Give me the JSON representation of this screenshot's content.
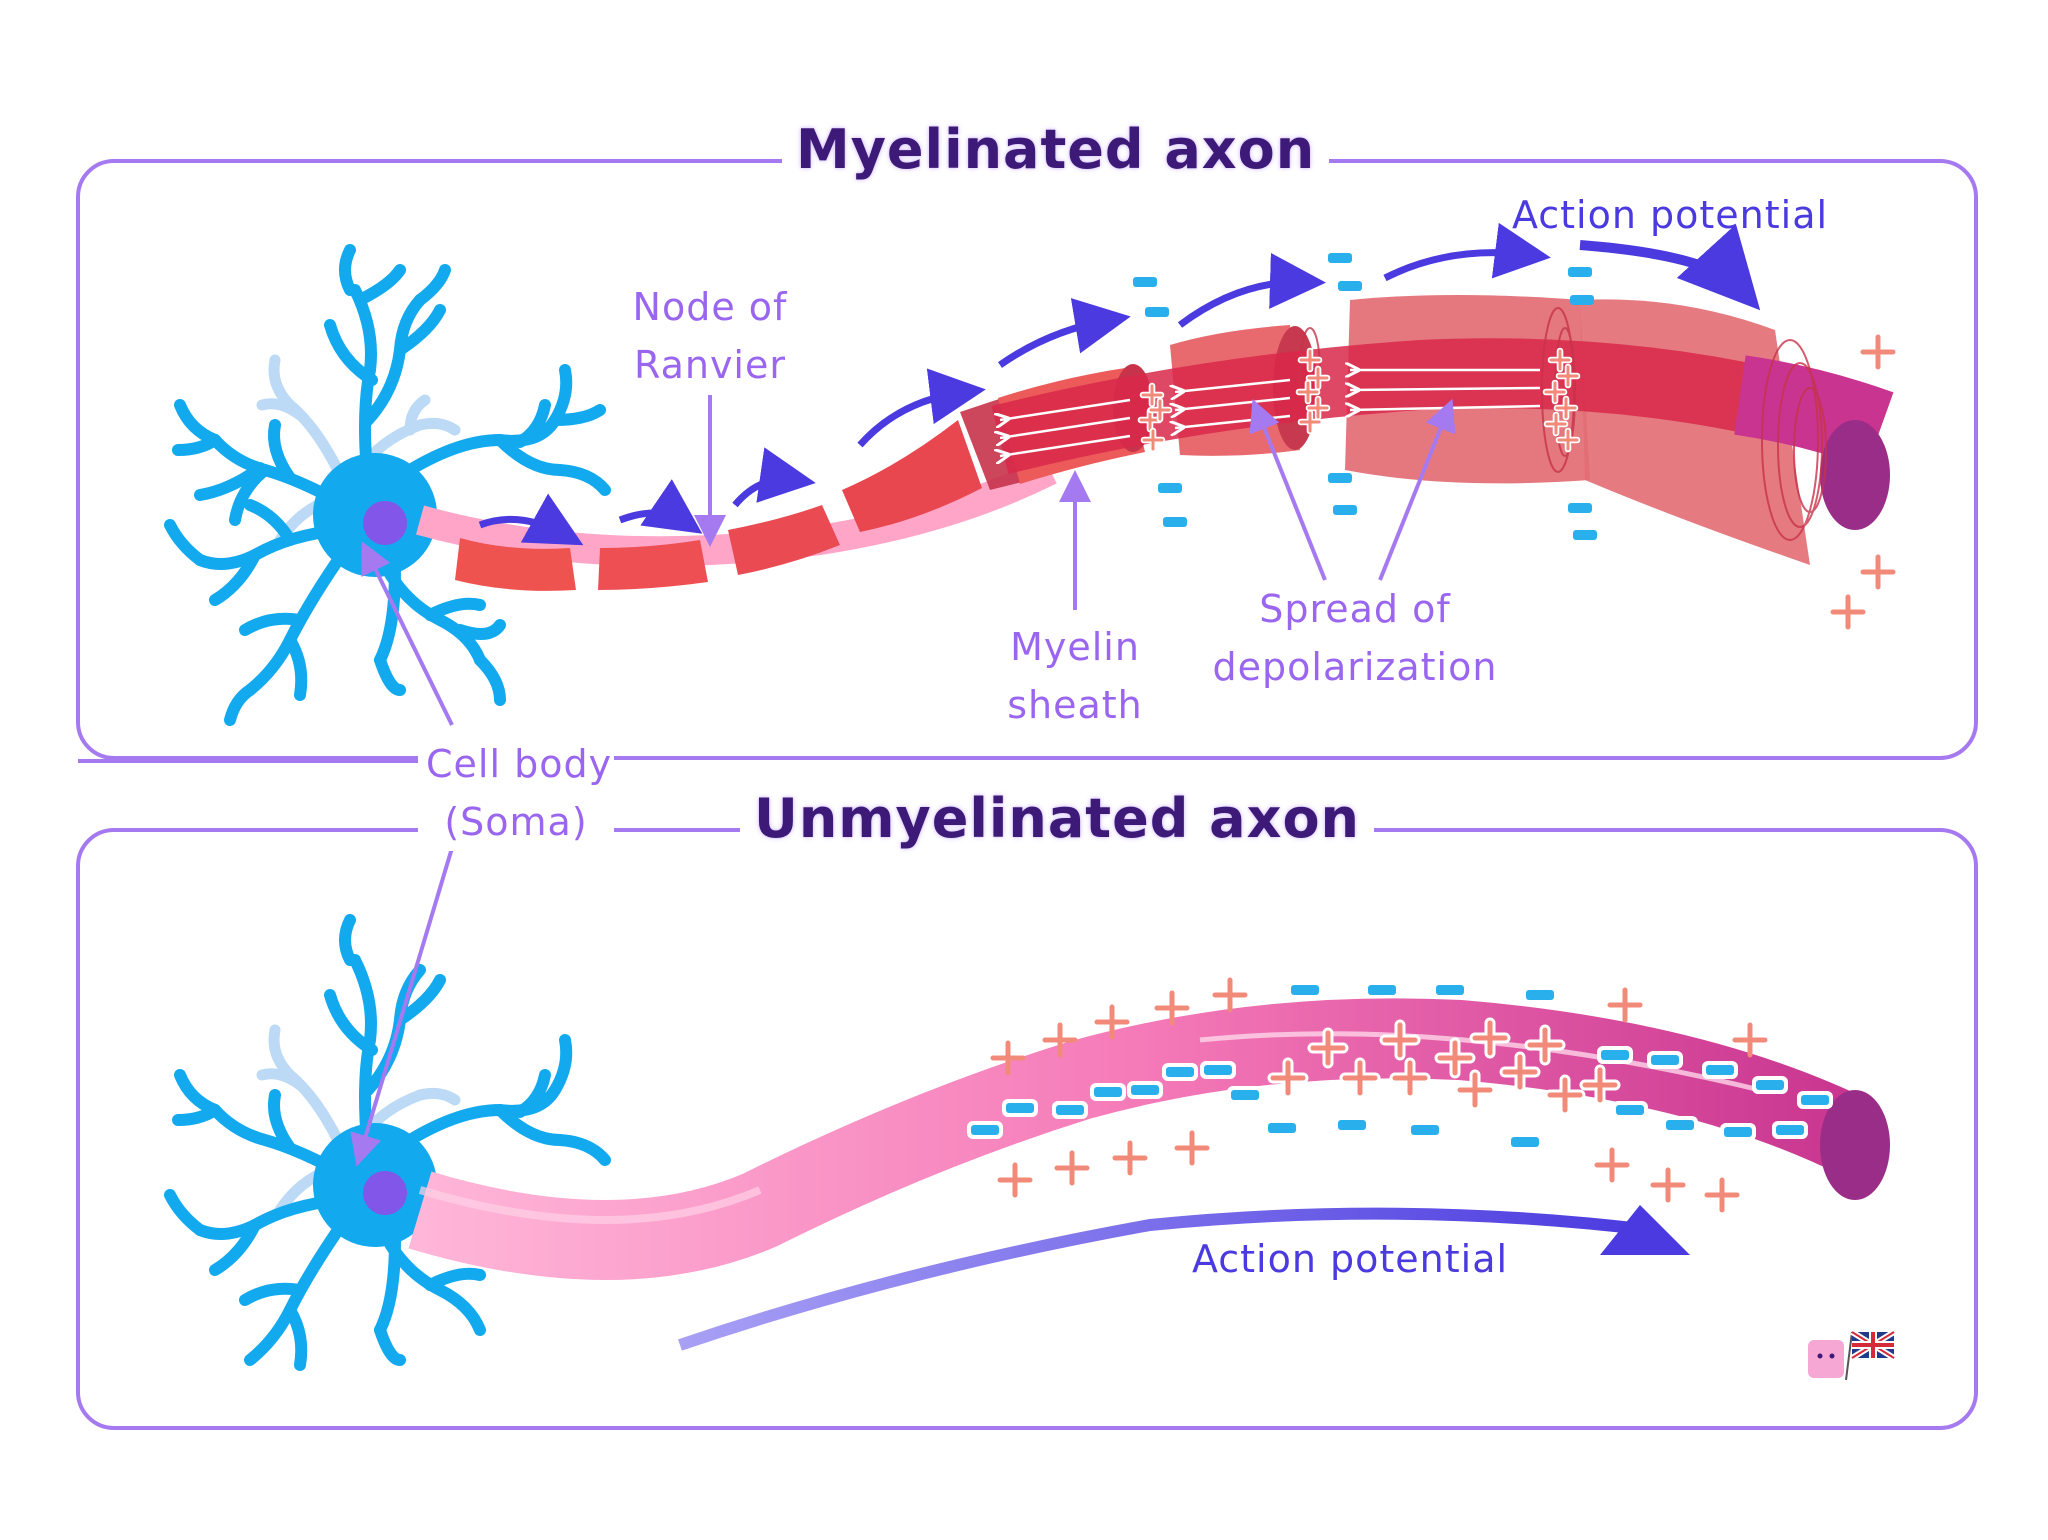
{
  "panels": {
    "myelinated": {
      "title": "Myelinated axon"
    },
    "unmyelinated": {
      "title": "Unmyelinated axon"
    }
  },
  "labels": {
    "node_of_ranvier_line1": "Node of",
    "node_of_ranvier_line2": "Ranvier",
    "myelin_sheath_line1": "Myelin",
    "myelin_sheath_line2": "sheath",
    "spread_line1": "Spread of",
    "spread_line2": "depolarization",
    "action_potential_top": "Action potential",
    "cell_body_line1": "Cell body",
    "cell_body_line2": "(Soma)",
    "action_potential_bottom": "Action potential"
  },
  "symbols": {
    "plus": "+",
    "minus": "−"
  },
  "colors": {
    "panel_border": "#a57af0",
    "title": "#3d1a78",
    "label": "#9a66f0",
    "label_dark": "#4a3adf",
    "neuron": "#12a9ee",
    "neuron_light": "#bcd9f5",
    "nucleus": "#8256e8",
    "myelin": "#ef5350",
    "myelin_dark": "#d4374a",
    "axon_pink": "#f06ab0",
    "axon_end": "#9a2d88",
    "plus": "#f28a7a",
    "minus": "#29b0ec",
    "arrow": "#4a3adf"
  }
}
